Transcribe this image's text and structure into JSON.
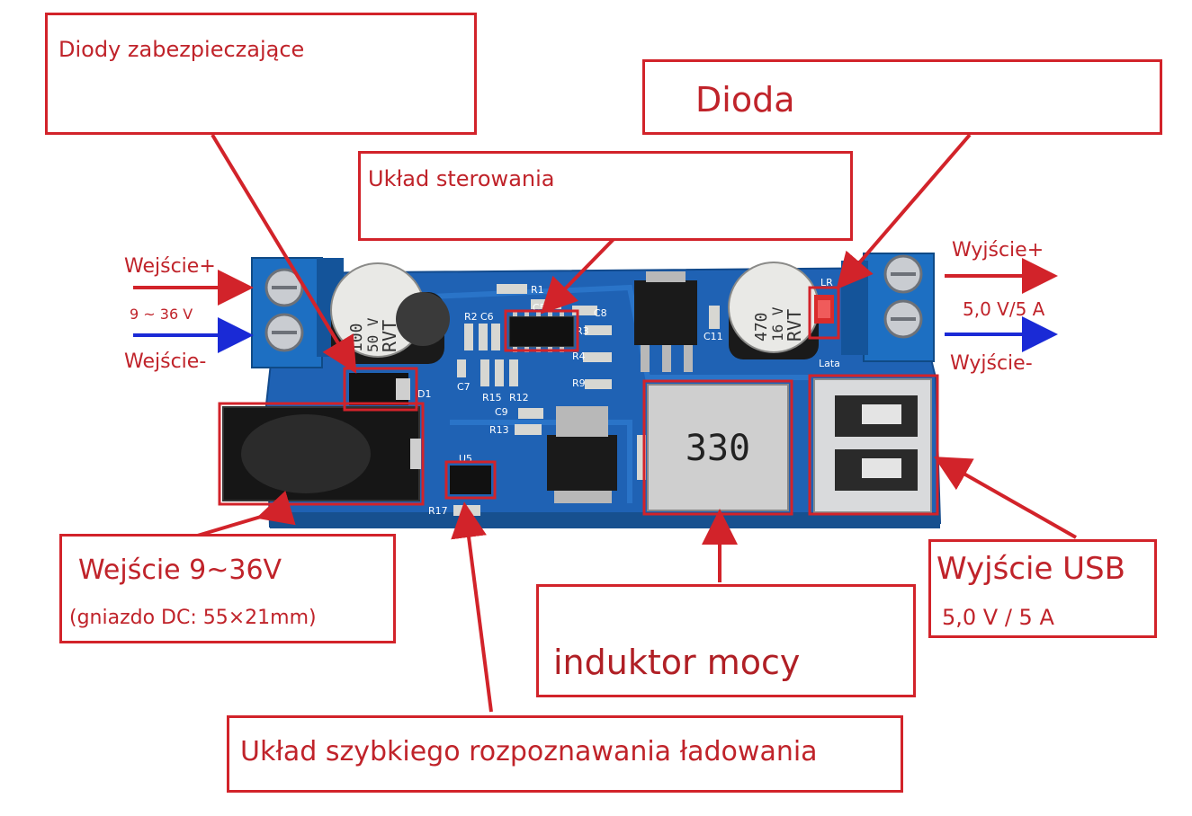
{
  "callouts": {
    "protection_diodes": "Diody zabezpieczające",
    "diode": "Dioda",
    "control_circuit": "Układ sterowania",
    "input_jack_title": "Wejście 9~36V",
    "input_jack_sub": "(gniazdo DC: 55×21mm)",
    "usb_output_title": "Wyjście USB",
    "usb_output_sub": "5,0 V / 5 A",
    "power_inductor": "induktor mocy",
    "fast_charge": "Układ szybkiego rozpoznawania ładowania"
  },
  "terminals": {
    "input_plus": "Wejście+",
    "input_range": "9 ~ 36 V",
    "input_minus": "Wejście-",
    "output_plus": "Wyjście+",
    "output_spec": "5,0 V/5 A",
    "output_minus": "Wyjście-"
  },
  "board": {
    "cap1_lines": [
      "100",
      "50 V",
      "RVT"
    ],
    "cap2_lines": [
      "470",
      "16 V",
      "RVT"
    ],
    "inductor_value": "330",
    "silk": [
      "R1",
      "C5",
      "C8",
      "R2",
      "C6",
      "R3",
      "C11",
      "R4",
      "R9",
      "R13",
      "D1",
      "U5",
      "R17",
      "C7",
      "R15",
      "R12",
      "C9",
      "LR",
      "Lata"
    ]
  },
  "colors": {
    "accent_red": "#d2232a",
    "arrow_blue": "#1a2ad6",
    "pcb_blue": "#1f62b4",
    "terminal_blue": "#1d6fc2"
  }
}
